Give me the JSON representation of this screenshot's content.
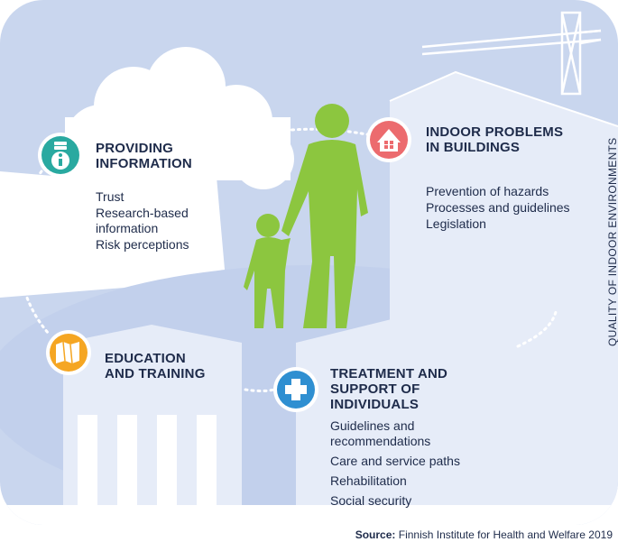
{
  "sections": {
    "providing_information": {
      "title_line1": "PROVIDING",
      "title_line2": "INFORMATION",
      "items": [
        "Trust",
        "Research-based information",
        "Risk perceptions"
      ]
    },
    "indoor_problems": {
      "title_line1": "INDOOR PROBLEMS",
      "title_line2": "IN BUILDINGS",
      "items": [
        "Prevention of hazards",
        "Processes and guidelines",
        "Legislation"
      ]
    },
    "education_training": {
      "title_line1": "EDUCATION",
      "title_line2": "AND TRAINING"
    },
    "treatment_support": {
      "title_line1": "TREATMENT AND",
      "title_line2": "SUPPORT OF",
      "title_line3": "INDIVIDUALS",
      "items": [
        "Guidelines and recommendations",
        "Care and service paths",
        "Rehabilitation",
        "Social security"
      ]
    }
  },
  "side_label": "QUALITY OF INDOOR ENVIRONMENTS",
  "source": {
    "label": "Source:",
    "text": " Finnish Institute for Health and Welfare 2019"
  },
  "colors": {
    "sky": "#c9d6ee",
    "ellipse": "#c2d0ec",
    "building": "#e6ecf8",
    "figure_green": "#8cc63f",
    "info_icon": "#29a9a0",
    "house_icon": "#ec6b6e",
    "map_icon": "#f5a623",
    "cross_icon": "#2f8fd1",
    "text": "#1e2b4a"
  },
  "icons": [
    "lightbulb-info-icon",
    "house-icon",
    "map-icon",
    "medical-cross-icon"
  ]
}
